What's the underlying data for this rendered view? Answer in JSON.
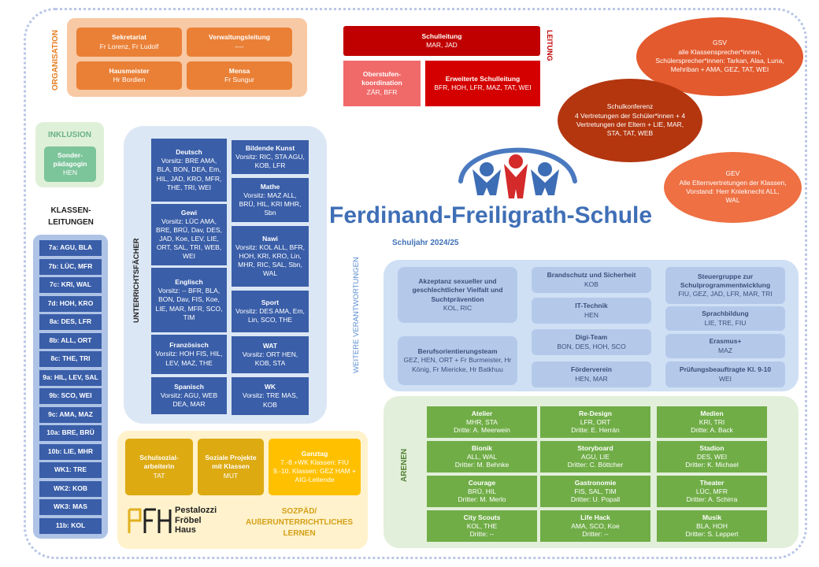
{
  "organisation": {
    "label": "ORGANISATION",
    "items": [
      {
        "title": "Sekretariat",
        "text": "Fr Lorenz,  Fr Ludolf"
      },
      {
        "title": "Verwaltungsleitung",
        "text": "----"
      },
      {
        "title": "Hausmeister",
        "text": "Hr Bordien"
      },
      {
        "title": "Mensa",
        "text": "Fr Sungur"
      }
    ]
  },
  "leitung": {
    "label": "LEITUNG",
    "schulleitung": {
      "title": "Schulleitung",
      "text": "MAR, JAD"
    },
    "oberstufe": {
      "title": "Oberstufen-koordination",
      "text": "ZÄR, BFR"
    },
    "erweiterte": {
      "title": "Erweiterte Schulleitung",
      "text": "BFR, HOH, LFR, MAZ, TAT, WEI"
    }
  },
  "gsv": {
    "title": "GSV",
    "text": "alle Klassensprecher*innen, Schülersprecher*innen: Tarkan, Alaa, Luna, Mehriban + AMA, GEZ, TAT, WEI"
  },
  "schulkonferenz": {
    "title": "Schulkonferenz",
    "text": "4 Vertretungen der Schüler*innen  + 4 Vertretungen der Eltern + LIE, MAR, STA, TAT, WEB"
  },
  "gev": {
    "title": "GEV",
    "text": "Alle Elternvertretungen der Klassen, Vorstand: Herr Knieknecht ALL, WAL"
  },
  "school": {
    "name": "Ferdinand-Freiligrath-Schule",
    "year": "Schuljahr  2024/25"
  },
  "inklusion": {
    "label": "INKLUSION",
    "title": "Sonder-pädagogin",
    "text": "HEN"
  },
  "klassen": {
    "label": "KLASSEN-LEITUNGEN",
    "items": [
      "7a: AGU, BLA",
      "7b: LÜC, MFR",
      "7c: KRI, WAL",
      "7d: HOH, KRO",
      "8a: DES, LFR",
      "8b: ALL, ORT",
      "8c: THE, TRI",
      "9a: HIL, LEV, SAL",
      "9b: SCO, WEI",
      "9c: AMA, MAZ",
      "10a: BRE, BRÜ",
      "10b: LIE, MHR",
      "WK1: TRE",
      "WK2: KOB",
      "WK3: MAS",
      "11b: KOL"
    ]
  },
  "faecher": {
    "label": "UNTERRICHTSFÄCHER",
    "left": [
      {
        "title": "Deutsch",
        "text": "Vorsitz: BRE AMA, BLA, BON, DEA, Em, HIL, JAD, KRO, MFR, THE, TRI, WEI"
      },
      {
        "title": "Gewi",
        "text": "Vorsitz: LÜC AMA, BRE, BRÜ, Dav, DES, JAD, Koe, LEV, LIE, ORT, SAL, TRI, WEB, WEI"
      },
      {
        "title": "Englisch",
        "text": "Vorsitz: -- BFR, BLA, BON, Dav, FIS, Koe, LIE, MAR, MFR, SCO, TIM"
      },
      {
        "title": "Französisch",
        "text": "Vorsitz: HOH FIS, HIL, LEV, MAZ, THE"
      },
      {
        "title": "Spanisch",
        "text": "Vorsitz: AGU, WEB DEA, MAR"
      }
    ],
    "right": [
      {
        "title": "Bildende  Kunst",
        "text": "Vorsitz: RIC, STA AGU, KOB, LFR"
      },
      {
        "title": "Mathe",
        "text": "Vorsitz: MAZ ALL, BRÜ,  HIL, KRI MHR, Sbn"
      },
      {
        "title": "Nawi",
        "text": "Vorsitz: KOL ALL, BFR, HOH, KRI, KRO, Lin, MHR, RIC, SAL, Sbn, WAL"
      },
      {
        "title": "Sport",
        "text": "Vorsitz: DES AMA, Em, Lin, SCO, THE"
      },
      {
        "title": "WAT",
        "text": "Vorsitz: ORT HEN, KOB, STA"
      },
      {
        "title": "WK",
        "text": "Vorsitz: TRE MAS, KOB"
      }
    ]
  },
  "sozpaed": {
    "label": "SOZPÄD/ AUßERUNTERRICHTLICHES LERNEN",
    "items": [
      {
        "title": "Schulsozial-arbeiterin",
        "text": "TAT"
      },
      {
        "title": "Soziale Projekte mit Klassen",
        "text": "MUT"
      },
      {
        "title": "Ganztag",
        "text": "7.-8.+WK Klassen: FIU 9.-10. Klassen: GEZ HAM + AIG-Leitende"
      }
    ],
    "logo": "Pestalozzi Fröbel Haus"
  },
  "verantwortungen": {
    "label": "WEITERE VERANTWORTUNGEN",
    "col1": [
      {
        "title": "Akzeptanz sexueller und geschlechtlicher  Vielfalt und Suchtprävention",
        "text": "KOL, RIC"
      },
      {
        "title": "Berufsorientierungsteam",
        "text": "GEZ, HEN, ORT + Fr Burmeister,  Hr König, Fr Miericke, Hr Batkhuu"
      }
    ],
    "col2": [
      {
        "title": "Brandschutz und Sicherheit",
        "text": "KOB"
      },
      {
        "title": "IT-Technik",
        "text": "HEN"
      },
      {
        "title": "Digi-Team",
        "text": "BON, DES, HOH, SCO"
      },
      {
        "title": "Förderverein",
        "text": "HEN, MAR"
      }
    ],
    "col3": [
      {
        "title": "Steuergruppe zur Schulprogrammentwicklung",
        "text": "FIU, GEZ, JAD, LFR, MAR, TRI"
      },
      {
        "title": "Sprachbildung",
        "text": "LIE, TRE, FIU"
      },
      {
        "title": "Erasmus+",
        "text": "MAZ"
      },
      {
        "title": "Prüfungsbeauftragte  Kl. 9-10",
        "text": "WEI"
      }
    ]
  },
  "arenen": {
    "label": "ARENEN",
    "items": [
      {
        "title": "Atelier",
        "line1": "MHR, STA",
        "line2": "Dritte:  A. Meerwein"
      },
      {
        "title": "Re-Design",
        "line1": "LFR, ORT",
        "line2": "Dritte:  E. Herrán"
      },
      {
        "title": "Medien",
        "line1": "KRI, TRI",
        "line2": "Dritte:  A. Back"
      },
      {
        "title": "Bionik",
        "line1": "ALL, WAL",
        "line2": "Dritter:  M. Behnke"
      },
      {
        "title": "Storyboard",
        "line1": "AGU, LIE",
        "line2": "Dritter:  C. Böttcher"
      },
      {
        "title": "Stadion",
        "line1": "DES, WEI",
        "line2": "Dritter:  K. Michael"
      },
      {
        "title": "Courage",
        "line1": "BRÜ, HIL",
        "line2": "Dritter:  M. Merlo"
      },
      {
        "title": "Gastronomie",
        "line1": "FIS, SAL, TIM",
        "line2": "Dritter:  U. Popall"
      },
      {
        "title": "Theater",
        "line1": "LÜC, MFR",
        "line2": "Dritter:  A. Schirra"
      },
      {
        "title": "City Scouts",
        "line1": "KOL, THE",
        "line2": "Dritte:  --"
      },
      {
        "title": "Life Hack",
        "line1": "AMA, SCO, Koe",
        "line2": "Dritter:  --"
      },
      {
        "title": "Musik",
        "line1": "BLA, HOH",
        "line2": "Dritter:  S. Leppert"
      }
    ]
  },
  "colors": {
    "blue": "#3a5ea8",
    "orange": "#ea8036",
    "red": "#c00000",
    "green": "#70ad47",
    "gold": "#ddaa12"
  }
}
